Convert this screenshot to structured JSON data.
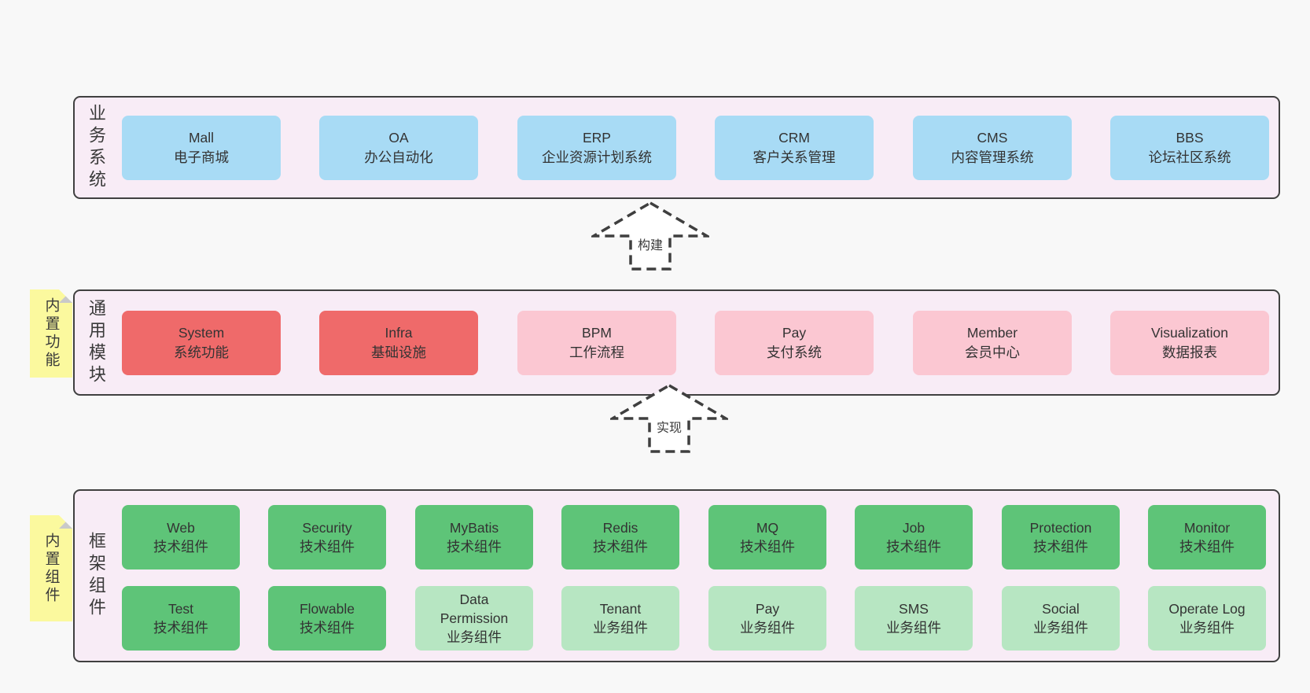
{
  "colors": {
    "page-bg": "#f8f8f8",
    "band-bg": "#f8ecf6",
    "band-border": "#404040",
    "blue": "#a8dbf5",
    "red": "#ef6a6a",
    "pink": "#fbc7d2",
    "green": "#5ec478",
    "lightgreen": "#b7e6c2",
    "yellow": "#fbf99e",
    "fold": "#c9c9c9",
    "text": "#3a3a3a",
    "arrow": "#3f3f3f"
  },
  "bands": [
    {
      "label": "业务系统",
      "boxes": [
        {
          "name": "Mall",
          "desc": "电子商城",
          "variant": "blue"
        },
        {
          "name": "OA",
          "desc": "办公自动化",
          "variant": "blue"
        },
        {
          "name": "ERP",
          "desc": "企业资源计划系统",
          "variant": "blue"
        },
        {
          "name": "CRM",
          "desc": "客户关系管理",
          "variant": "blue"
        },
        {
          "name": "CMS",
          "desc": "内容管理系统",
          "variant": "blue"
        },
        {
          "name": "BBS",
          "desc": "论坛社区系统",
          "variant": "blue"
        }
      ]
    },
    {
      "label": "通用模块",
      "sticky": "内置功能",
      "boxes": [
        {
          "name": "System",
          "desc": "系统功能",
          "variant": "red"
        },
        {
          "name": "Infra",
          "desc": "基础设施",
          "variant": "red"
        },
        {
          "name": "BPM",
          "desc": "工作流程",
          "variant": "pink"
        },
        {
          "name": "Pay",
          "desc": "支付系统",
          "variant": "pink"
        },
        {
          "name": "Member",
          "desc": "会员中心",
          "variant": "pink"
        },
        {
          "name": "Visualization",
          "desc": "数据报表",
          "variant": "pink"
        }
      ]
    },
    {
      "label": "框架组件",
      "sticky": "内置组件",
      "rows": [
        [
          {
            "name": "Web",
            "desc": "技术组件",
            "variant": "green"
          },
          {
            "name": "Security",
            "desc": "技术组件",
            "variant": "green"
          },
          {
            "name": "MyBatis",
            "desc": "技术组件",
            "variant": "green"
          },
          {
            "name": "Redis",
            "desc": "技术组件",
            "variant": "green"
          },
          {
            "name": "MQ",
            "desc": "技术组件",
            "variant": "green"
          },
          {
            "name": "Job",
            "desc": "技术组件",
            "variant": "green"
          },
          {
            "name": "Protection",
            "desc": "技术组件",
            "variant": "green"
          },
          {
            "name": "Monitor",
            "desc": "技术组件",
            "variant": "green"
          }
        ],
        [
          {
            "name": "Test",
            "desc": "技术组件",
            "variant": "green"
          },
          {
            "name": "Flowable",
            "desc": "技术组件",
            "variant": "green"
          },
          {
            "name": "Data Permission",
            "desc": "业务组件",
            "variant": "lightgreen"
          },
          {
            "name": "Tenant",
            "desc": "业务组件",
            "variant": "lightgreen"
          },
          {
            "name": "Pay",
            "desc": "业务组件",
            "variant": "lightgreen"
          },
          {
            "name": "SMS",
            "desc": "业务组件",
            "variant": "lightgreen"
          },
          {
            "name": "Social",
            "desc": "业务组件",
            "variant": "lightgreen"
          },
          {
            "name": "Operate Log",
            "desc": "业务组件",
            "variant": "lightgreen"
          }
        ]
      ]
    }
  ],
  "arrows": [
    {
      "label": "构建"
    },
    {
      "label": "实现"
    }
  ]
}
